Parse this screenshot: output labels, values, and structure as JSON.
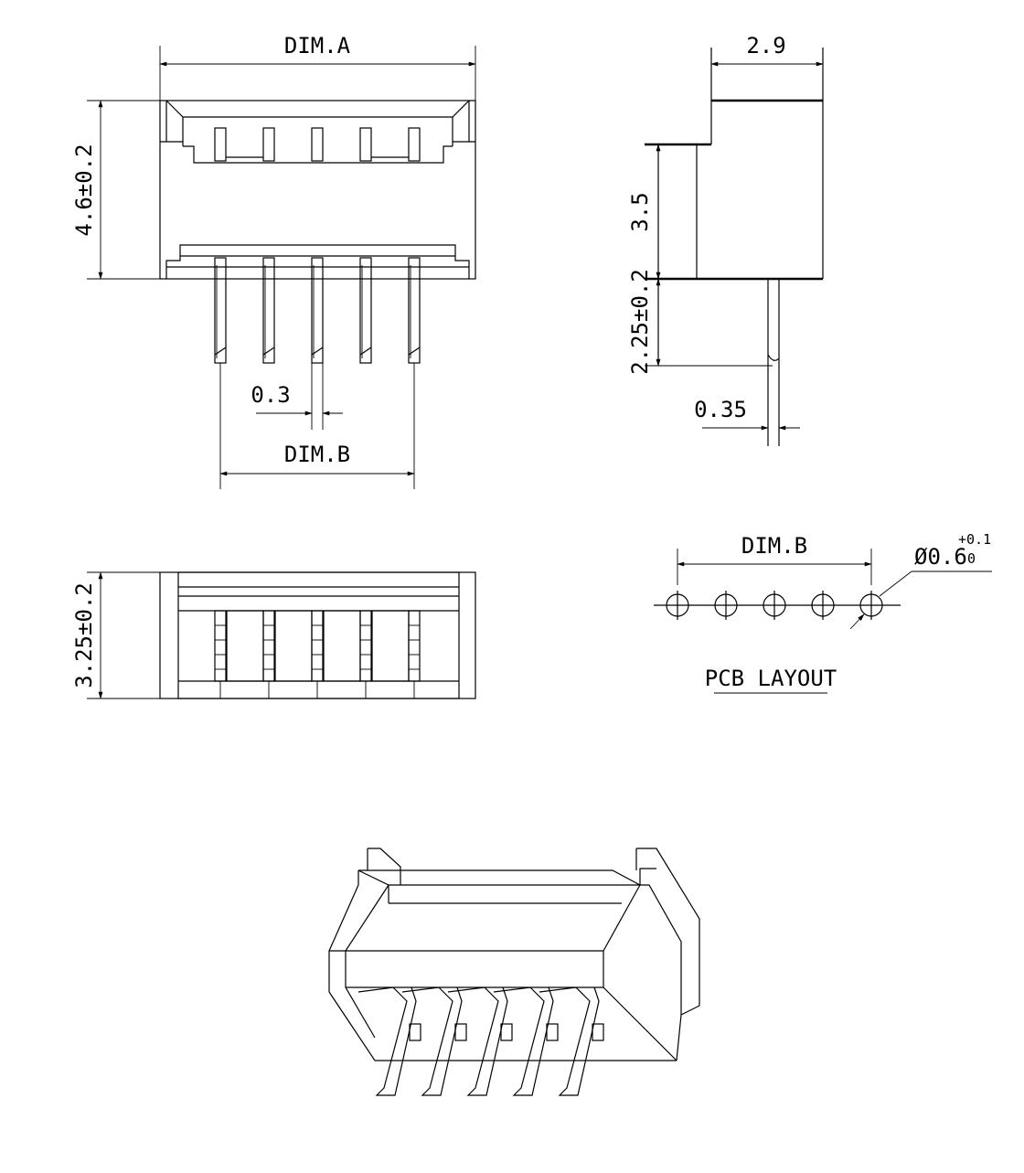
{
  "labels": {
    "dim_a": "DIM.A",
    "dim_b_front": "DIM.B",
    "dim_b_pcb": "DIM.B",
    "height_front": "4.6±0.2",
    "height_bottom": "3.25±0.2",
    "pin_width": "0.3",
    "side_width": "2.9",
    "side_body": "3.5",
    "side_pin_len": "2.25±0.2",
    "side_pin_thick": "0.35",
    "hole_dia": "Ø0.6",
    "tol_plus": "+0.1",
    "tol_minus": "0",
    "pcb_layout": "PCB LAYOUT"
  },
  "colors": {
    "line": "#000000",
    "background": "#ffffff"
  }
}
